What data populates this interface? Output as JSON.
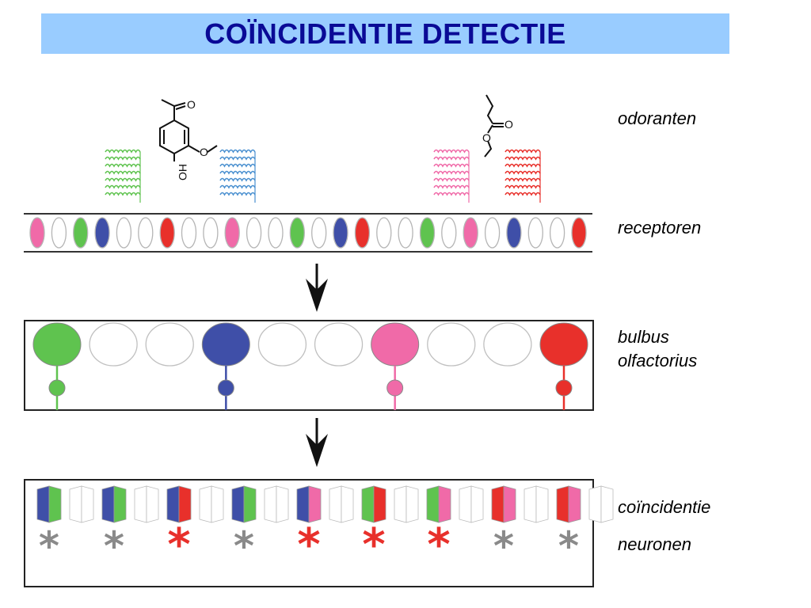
{
  "title": "COÏNCIDENTIE DETECTIE",
  "labels": {
    "odorants": "odoranten",
    "receptors": "receptoren",
    "bulb_line1": "bulbus",
    "bulb_line2": "olfactorius",
    "coincidence": "coïncidentie",
    "neurons": "neuronen"
  },
  "molecule_atoms": {
    "oxygen": "O",
    "hydroxyl": "HO"
  },
  "colors": {
    "green": "#5fc34f",
    "blue": "#3f4fa8",
    "red": "#e8302b",
    "pink": "#f06aa8",
    "title_bg": "#99ccff",
    "title_text": "#0a0a96",
    "star_gray": "#8a8a8a",
    "star_red": "#e8302b"
  },
  "receptor_row": [
    "pink",
    "empty",
    "green",
    "blue",
    "empty",
    "empty",
    "red",
    "empty",
    "empty",
    "pink",
    "empty",
    "empty",
    "green",
    "empty",
    "blue",
    "red",
    "empty",
    "empty",
    "green",
    "empty",
    "pink",
    "empty",
    "blue",
    "empty",
    "empty",
    "red"
  ],
  "glomeruli": [
    "green",
    "empty",
    "empty",
    "blue",
    "empty",
    "empty",
    "pink",
    "empty",
    "empty",
    "red"
  ],
  "coincidence_neurons": [
    {
      "left": "blue",
      "right": "green",
      "active": false,
      "star": "*"
    },
    {
      "left": "blue",
      "right": "green",
      "active": false,
      "star": "*"
    },
    {
      "left": "blue",
      "right": "red",
      "active": true,
      "star": "*"
    },
    {
      "left": "blue",
      "right": "green",
      "active": false,
      "star": "*"
    },
    {
      "left": "blue",
      "right": "pink",
      "active": true,
      "star": "*"
    },
    {
      "left": "green",
      "right": "red",
      "active": true,
      "star": "*"
    },
    {
      "left": "green",
      "right": "pink",
      "active": true,
      "star": "*"
    },
    {
      "left": "red",
      "right": "pink",
      "active": false,
      "star": "*"
    },
    {
      "left": "red",
      "right": "pink",
      "active": false,
      "star": "*"
    }
  ]
}
